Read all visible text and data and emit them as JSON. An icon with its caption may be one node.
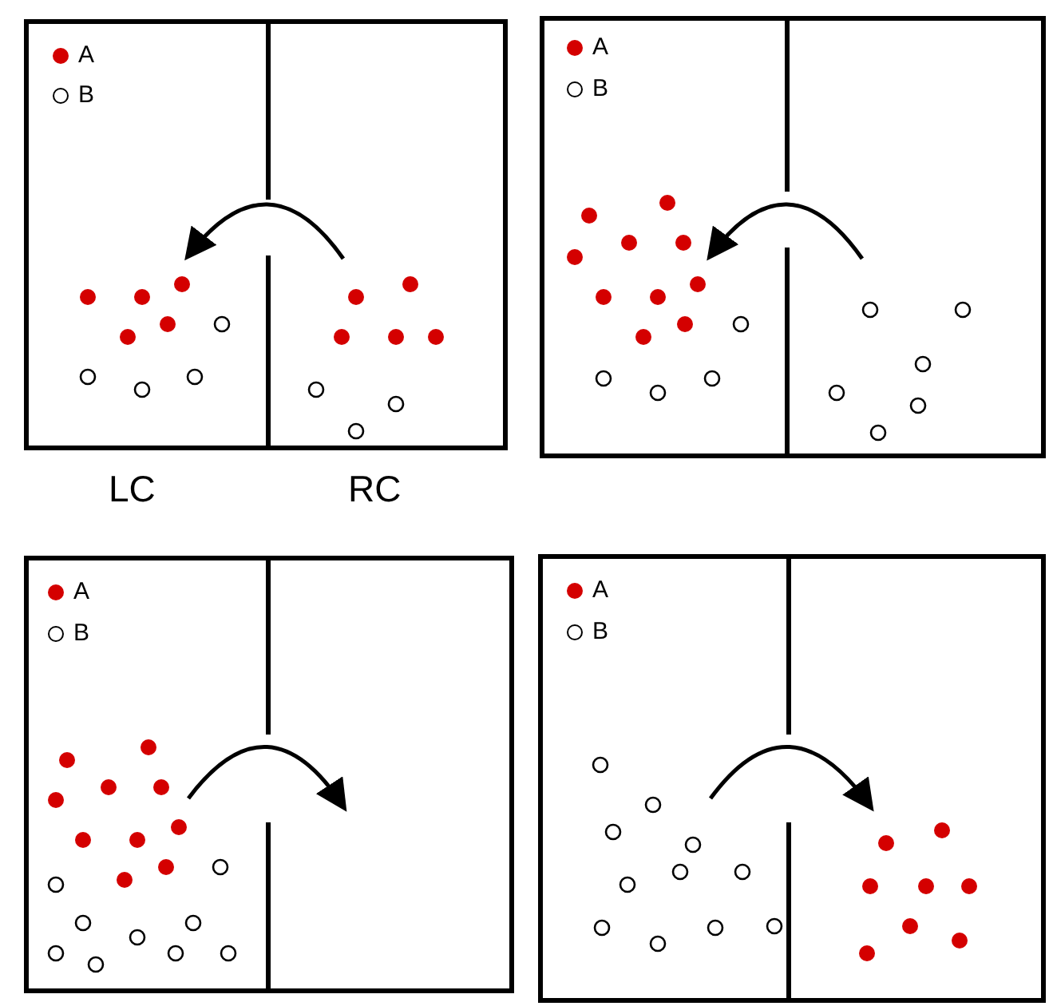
{
  "diagram": {
    "labels": [
      "LC",
      "RC"
    ],
    "legend": [
      {
        "text": "A",
        "color": "#d40000"
      },
      {
        "text": "B"
      },
      {
        "text": "A",
        "color": "#d40000"
      },
      {
        "text": "B"
      },
      {
        "text": "A",
        "color": "#d40000"
      },
      {
        "text": "B"
      },
      {
        "text": "A",
        "color": "#d40000"
      },
      {
        "text": "B"
      }
    ]
  }
}
